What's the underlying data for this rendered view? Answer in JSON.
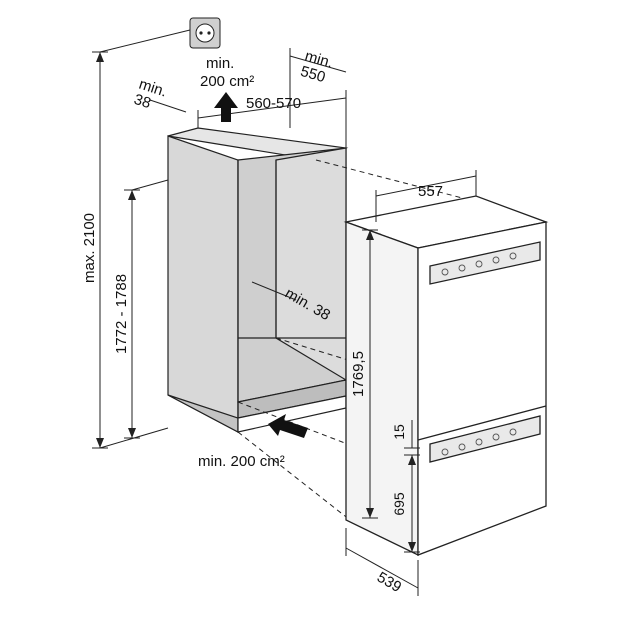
{
  "labels": {
    "vent_top_area": "min.\n200 cm²",
    "vent_bottom_area": "min. 200 cm²",
    "max_height": "max. 2100",
    "niche_height": "1772 - 1788",
    "niche_width": "560-570",
    "niche_depth": "min.\n550",
    "top_setback": "min.\n38",
    "rear_gap": "min. 38",
    "appliance_width": "557",
    "appliance_height": "1769,5",
    "appliance_depth": "539",
    "freezer_height": "695",
    "gap_height": "15"
  },
  "icons": {
    "socket": "power-socket-icon",
    "vent_up": "arrow-up-icon",
    "vent_in": "arrow-diagonal-icon"
  },
  "colors": {
    "niche_fill": "#d8d8d8",
    "niche_shade": "#c4c4c4",
    "line": "#222222",
    "appliance_fill": "#ffffff"
  }
}
